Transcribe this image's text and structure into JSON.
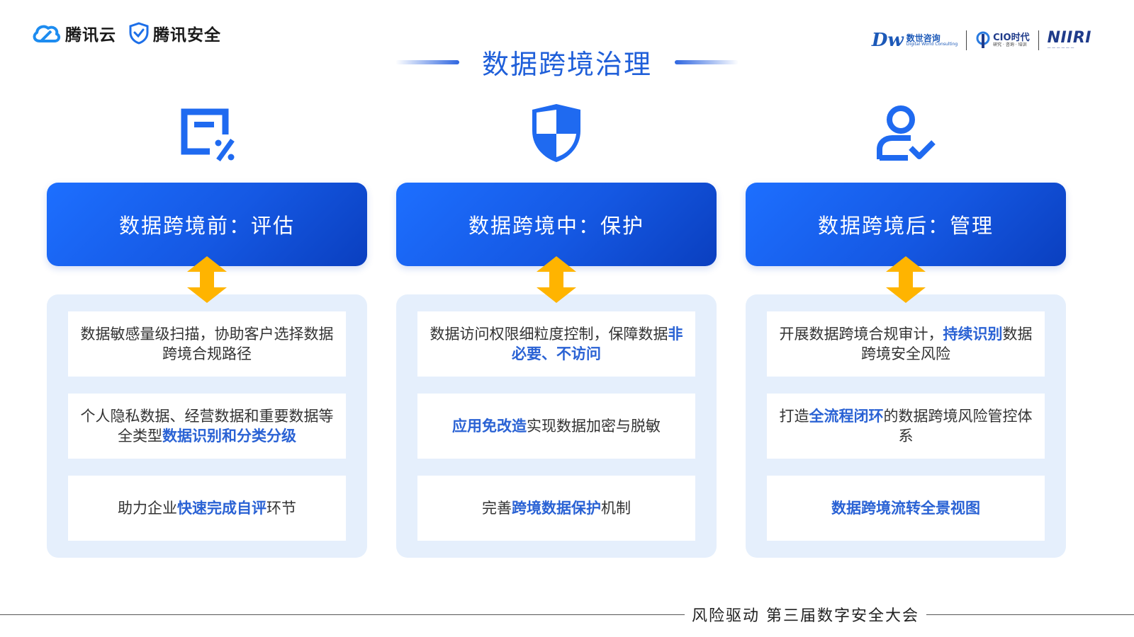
{
  "header": {
    "brand1": "腾讯云",
    "brand2": "腾讯安全",
    "partner1_cn": "数世咨询",
    "partner1_en": "Digital World Consulting",
    "partner2": "CIO时代",
    "partner2_sub": "研究 · 咨询 · 培训",
    "partner3": "NIIRI"
  },
  "title": "数据跨境治理",
  "columns": [
    {
      "icon": "document-percent-icon",
      "heading": "数据跨境前：评估",
      "items": [
        {
          "parts": [
            {
              "t": "数据敏感量级扫描，协助客户选择数据跨境合规路径",
              "h": false
            }
          ]
        },
        {
          "parts": [
            {
              "t": "个人隐私数据、经营数据和重要数据等全类型",
              "h": false
            },
            {
              "t": "数据识别和分类分级",
              "h": true
            }
          ]
        },
        {
          "parts": [
            {
              "t": "助力企业",
              "h": false
            },
            {
              "t": "快速完成自评",
              "h": true
            },
            {
              "t": "环节",
              "h": false
            }
          ]
        }
      ]
    },
    {
      "icon": "shield-icon",
      "heading": "数据跨境中：保护",
      "items": [
        {
          "parts": [
            {
              "t": "数据访问权限细粒度控制，保障数据",
              "h": false
            },
            {
              "t": "非必要、不访问",
              "h": true
            }
          ]
        },
        {
          "parts": [
            {
              "t": "应用免改造",
              "h": true
            },
            {
              "t": "实现数据加密与脱敏",
              "h": false
            }
          ]
        },
        {
          "parts": [
            {
              "t": "完善",
              "h": false
            },
            {
              "t": "跨境数据保护",
              "h": true
            },
            {
              "t": "机制",
              "h": false
            }
          ]
        }
      ]
    },
    {
      "icon": "user-check-icon",
      "heading": "数据跨境后：管理",
      "items": [
        {
          "parts": [
            {
              "t": "开展数据跨境合规审计，",
              "h": false
            },
            {
              "t": "持续识别",
              "h": true
            },
            {
              "t": "数据跨境安全风险",
              "h": false
            }
          ]
        },
        {
          "parts": [
            {
              "t": "打造",
              "h": false
            },
            {
              "t": "全流程闭环",
              "h": true
            },
            {
              "t": "的数据跨境风险管控体系",
              "h": false
            }
          ]
        },
        {
          "parts": [
            {
              "t": "数据跨境流转全景视图",
              "h": true
            }
          ]
        }
      ]
    }
  ],
  "footer": "风险驱动 第三届数字安全大会",
  "colors": {
    "accent": "#1f5fd9",
    "highlight": "#2a62d4",
    "arrow": "#ffb400",
    "panel": "#e5effc"
  }
}
